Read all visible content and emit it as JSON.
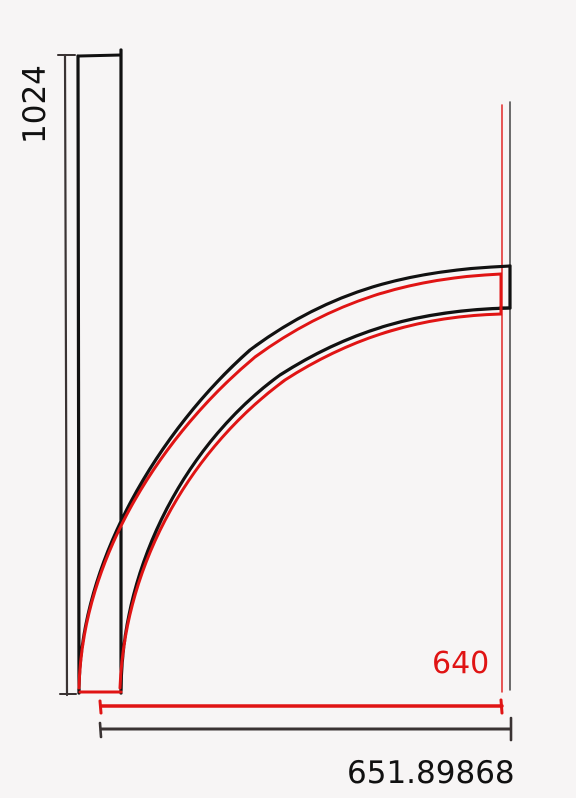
{
  "labels": {
    "height": "1024",
    "red_width": "640",
    "black_width": "651.89868"
  },
  "colors": {
    "background": "#f7f5f5",
    "black_ink": "#111111",
    "red_ink": "#e01414",
    "dark_rule": "#3a3333"
  }
}
